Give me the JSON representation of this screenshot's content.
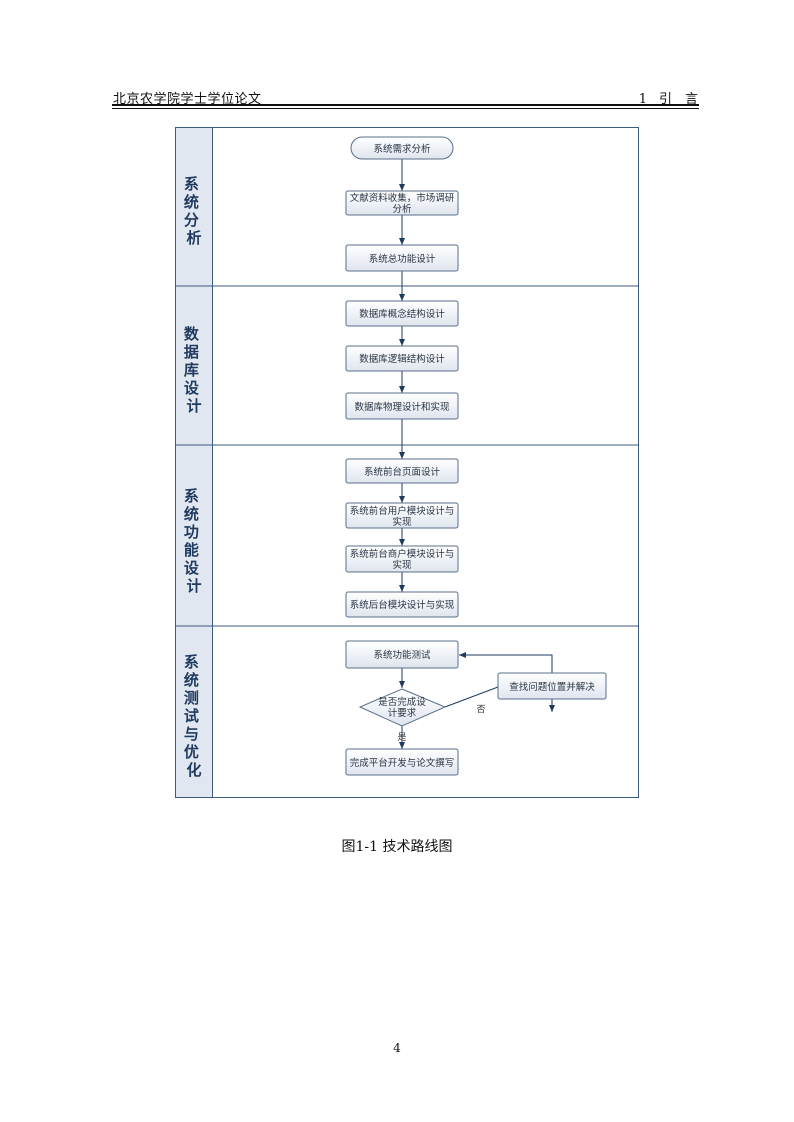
{
  "header": {
    "left": "北京农学院学士学位论文",
    "chapter_num": "1",
    "chapter_title": "引　言"
  },
  "flowchart": {
    "lanes": [
      {
        "label": "系统分析"
      },
      {
        "label": "数据库设计"
      },
      {
        "label": "系统功能设计"
      },
      {
        "label": "系统测试与优化"
      }
    ],
    "nodes": {
      "n1": "系统需求分析",
      "n2a": "文献资料收集，市场调研",
      "n2b": "分析",
      "n3": "系统总功能设计",
      "n4": "数据库概念结构设计",
      "n5": "数据库逻辑结构设计",
      "n6": "数据库物理设计和实现",
      "n7": "系统前台页面设计",
      "n8a": "系统前台用户模块设计与",
      "n8b": "实现",
      "n9a": "系统前台商户模块设计与",
      "n9b": "实现",
      "n10": "系统后台模块设计与实现",
      "n11": "系统功能测试",
      "n12a": "是否完成设",
      "n12b": "计要求",
      "n13": "查找问题位置并解决",
      "n14": "完成平台开发与论文撰写",
      "yes": "是",
      "no": "否"
    }
  },
  "caption": "图1-1  技术路线图",
  "page_number": "4"
}
